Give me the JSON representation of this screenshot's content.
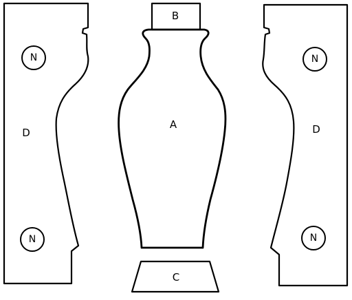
{
  "labels": {
    "vase_body": "A",
    "neck_block": "B",
    "base_block": "C",
    "left_mold": "D",
    "right_mold": "D",
    "left_mold_top_marker": "N",
    "left_mold_bottom_marker": "N",
    "right_mold_top_marker": "N",
    "right_mold_bottom_marker": "N"
  },
  "colors": {
    "line": "#000000",
    "background": "#ffffff"
  }
}
